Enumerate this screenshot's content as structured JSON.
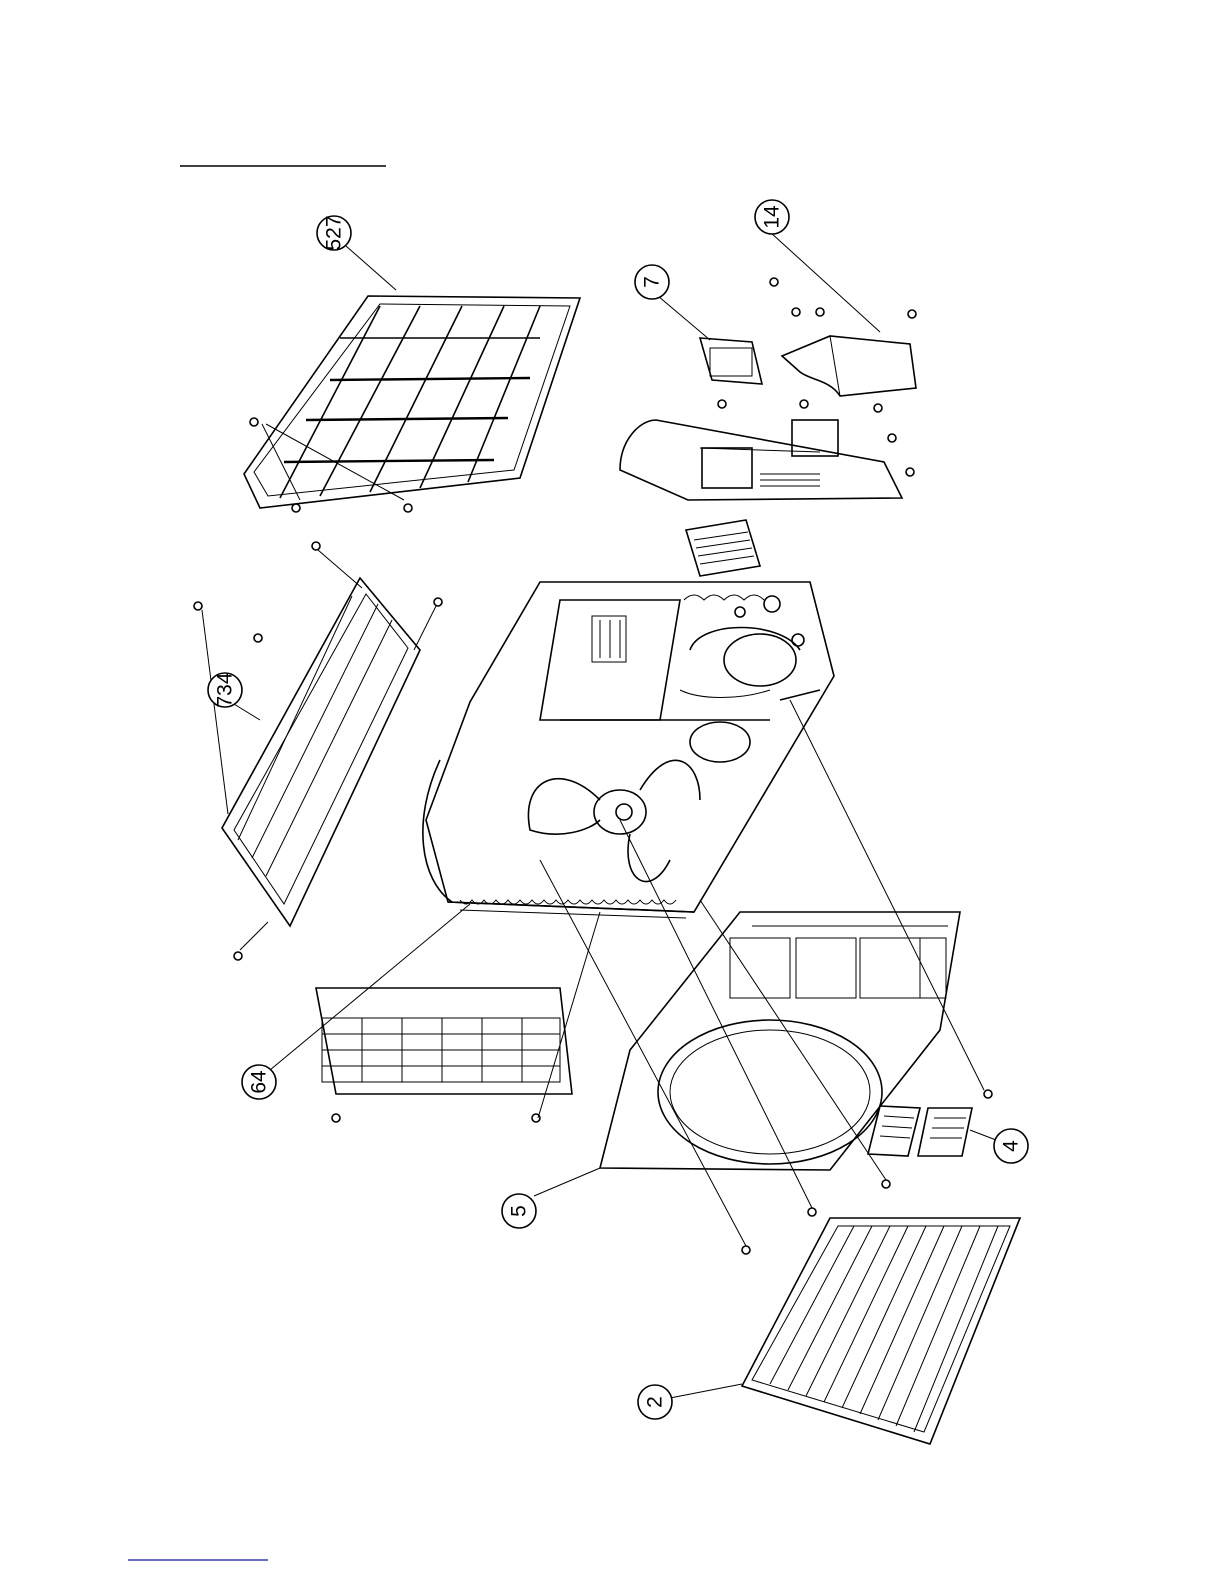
{
  "diagram": {
    "callouts": [
      {
        "id": "527",
        "label": "527"
      },
      {
        "id": "14",
        "label": "14"
      },
      {
        "id": "7",
        "label": "7"
      },
      {
        "id": "734",
        "label": "734"
      },
      {
        "id": "64",
        "label": "64"
      },
      {
        "id": "5",
        "label": "5"
      },
      {
        "id": "4",
        "label": "4"
      },
      {
        "id": "2",
        "label": "2"
      }
    ]
  }
}
